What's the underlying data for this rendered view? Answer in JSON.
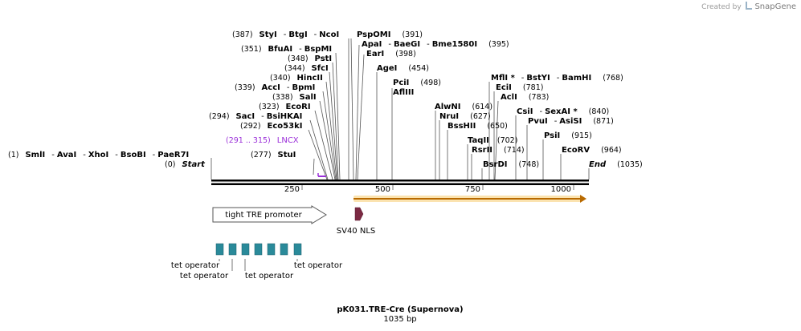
{
  "watermark": {
    "created_by": "Created by",
    "brand": "SnapGene"
  },
  "title": {
    "name": "pK031.TRE-Cre (Supernova)",
    "length": "1035 bp"
  },
  "sequence": {
    "start_label": "Start",
    "start_pos": "(0)",
    "end_label": "End",
    "end_pos": "(1035)"
  },
  "ticks": [
    "250",
    "500",
    "750",
    "1000"
  ],
  "enzymes": {
    "smli": {
      "pos": "(1)",
      "names": "SmlI",
      "extra": [
        {
          "sep": "-",
          "name": "AvaI"
        },
        {
          "sep": "-",
          "name": "XhoI"
        },
        {
          "sep": "-",
          "name": "BsoBI"
        },
        {
          "sep": "-",
          "name": "PaeR7I"
        }
      ]
    },
    "styi": {
      "pos": "(387)",
      "names": "StyI",
      "extra": [
        {
          "sep": "-",
          "name": "BtgI"
        },
        {
          "sep": "-",
          "name": "NcoI"
        }
      ]
    },
    "bfuai": {
      "pos": "(351)",
      "names": "BfuAI",
      "extra": [
        {
          "sep": "-",
          "name": "BspMI"
        }
      ]
    },
    "psti": {
      "pos": "(348)",
      "names": "PstI"
    },
    "sfci": {
      "pos": "(344)",
      "names": "SfcI"
    },
    "hincii": {
      "pos": "(340)",
      "names": "HincII"
    },
    "acci": {
      "pos": "(339)",
      "names": "AccI",
      "extra": [
        {
          "sep": "-",
          "name": "BpmI"
        }
      ]
    },
    "sali": {
      "pos": "(338)",
      "names": "SalI"
    },
    "ecori": {
      "pos": "(323)",
      "names": "EcoRI"
    },
    "saci": {
      "pos": "(294)",
      "names": "SacI",
      "extra": [
        {
          "sep": "-",
          "name": "BsiHKAI"
        }
      ]
    },
    "eco53ki": {
      "pos": "(292)",
      "names": "Eco53kI"
    },
    "stui": {
      "pos": "(277)",
      "names": "StuI"
    },
    "pspomi": {
      "pos": "(391)",
      "names": "PspOMI"
    },
    "apai": {
      "pos": "(395)",
      "names": "ApaI",
      "extra": [
        {
          "sep": "-",
          "name": "BaeGI"
        },
        {
          "sep": "-",
          "name": "Bme1580I"
        }
      ]
    },
    "eari": {
      "pos": "(398)",
      "names": "EarI"
    },
    "agei": {
      "pos": "(454)",
      "names": "AgeI"
    },
    "pcii": {
      "pos": "(498)",
      "names": "PciI"
    },
    "afliii": {
      "names": "AflIII"
    },
    "alwni": {
      "pos": "(614)",
      "names": "AlwNI"
    },
    "nrui": {
      "pos": "(627)",
      "names": "NruI"
    },
    "bsshii": {
      "pos": "(650)",
      "names": "BssHII"
    },
    "mfli": {
      "pos": "(768)",
      "names": "MflI *",
      "extra": [
        {
          "sep": "-",
          "name": "BstYI"
        },
        {
          "sep": "-",
          "name": "BamHI"
        }
      ]
    },
    "ecii": {
      "pos": "(781)",
      "names": "EciI"
    },
    "acli": {
      "pos": "(783)",
      "names": "AclI"
    },
    "csii": {
      "pos": "(840)",
      "names": "CsiI",
      "extra": [
        {
          "sep": "-",
          "name": "SexAI *"
        }
      ]
    },
    "pvui": {
      "pos": "(871)",
      "names": "PvuI",
      "extra": [
        {
          "sep": "-",
          "name": "AsiSI"
        }
      ]
    },
    "psii": {
      "pos": "(915)",
      "names": "PsiI"
    },
    "taqii": {
      "pos": "(702)",
      "names": "TaqII"
    },
    "rsrii": {
      "pos": "(714)",
      "names": "RsrII"
    },
    "bsrdi": {
      "pos": "(748)",
      "names": "BsrDI"
    },
    "ecorv": {
      "pos": "(964)",
      "names": "EcoRV"
    }
  },
  "primer": {
    "label": "LNCX",
    "range": "(291 .. 315)",
    "color": "#9b30d9"
  },
  "features": {
    "promoter": {
      "label": "tight TRE promoter"
    },
    "nls": {
      "label": "SV40 NLS",
      "color": "#7b2942"
    },
    "orf_color": "#f4b858",
    "operators": {
      "labels": [
        "tet operator",
        "tet operator",
        "tet operator",
        "tet operator"
      ],
      "color": "#2a8a9a",
      "count": 7
    }
  }
}
